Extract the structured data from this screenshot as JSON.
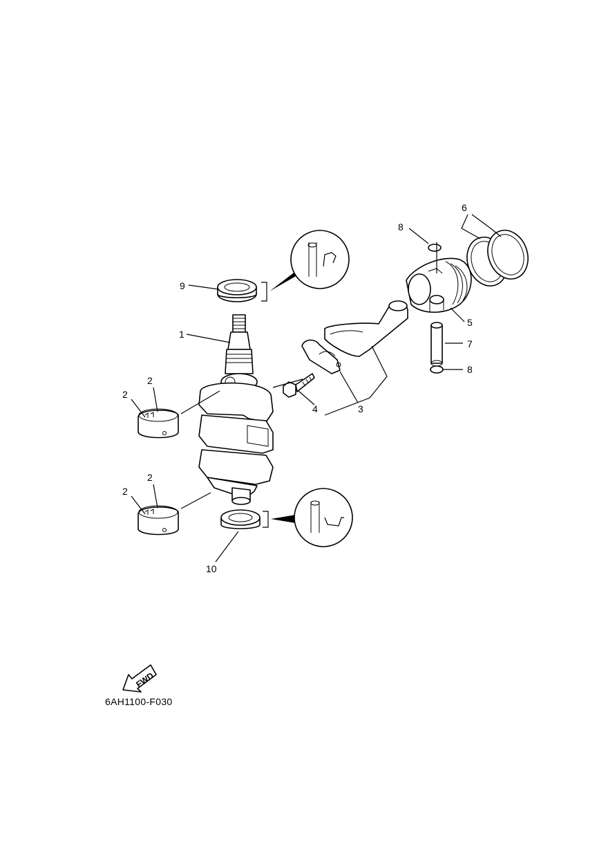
{
  "diagram_code": "6AH1100-F030",
  "fwd_label": "FWD",
  "callouts": {
    "c1": "1",
    "c2a": "2",
    "c2b": "2",
    "c2c": "2",
    "c2d": "2",
    "c3": "3",
    "c4": "4",
    "c5": "5",
    "c6": "6",
    "c7": "7",
    "c8a": "8",
    "c8b": "8",
    "c9": "9",
    "c10": "10"
  }
}
